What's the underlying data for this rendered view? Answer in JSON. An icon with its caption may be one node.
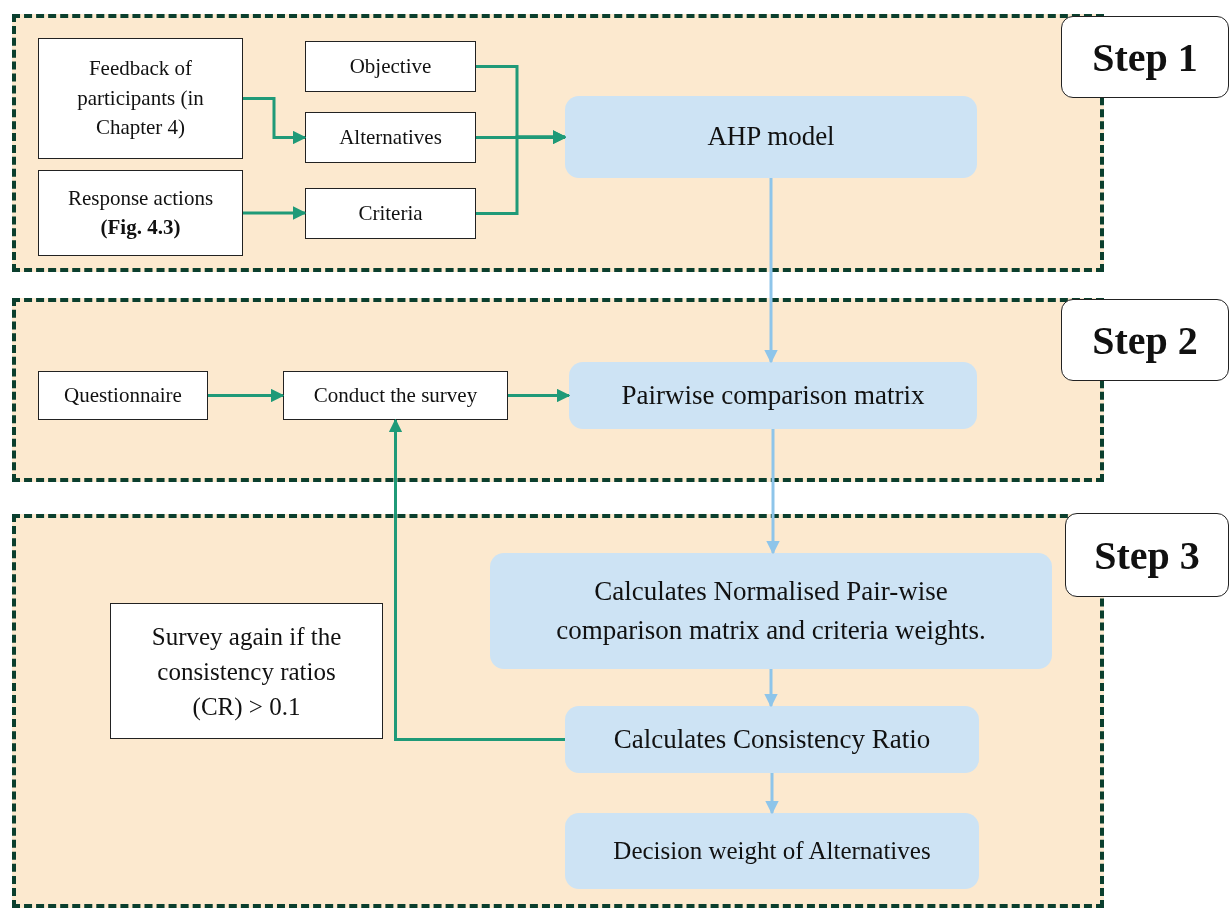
{
  "diagram": {
    "nodes": [
      {
        "text": [],
        "shape": "box"
      },
      {
        "text": [
          "Step 1"
        ]
      },
      {
        "text": [
          "Feedback of participants (in Chapter 4)"
        ],
        "in": 0
      },
      {
        "text": [
          "Response actions **(Fig. 4.3)**"
        ],
        "in": 0
      },
      {
        "text": [
          "Objective"
        ],
        "in": 0
      },
      {
        "text": [
          "Alternatives"
        ],
        "in": 0
      },
      {
        "text": [
          "Criteria"
        ],
        "in": 0
      },
      {
        "text": [
          "AHP model"
        ],
        "in": 0
      },
      {
        "text": [],
        "shape": "box"
      },
      {
        "text": [
          "Step 2"
        ]
      },
      {
        "text": [
          "Questionnaire"
        ],
        "in": 8
      },
      {
        "text": [
          "Conduct the survey"
        ],
        "in": 8
      },
      {
        "text": [
          "Pairwise comparison matrix"
        ],
        "in": 8
      },
      {
        "text": [],
        "shape": "box"
      },
      {
        "text": [
          "Step 3"
        ]
      },
      {
        "text": [
          "Survey again if the consistency ratios (CR) > 0.1"
        ],
        "in": 13
      },
      {
        "text": [
          "Calculates Normalised Pair-wise comparison matrix and criteria weights."
        ],
        "in": 13
      },
      {
        "text": [
          "Calculates Consistency Ratio"
        ],
        "in": 13
      },
      {
        "text": [
          "Decision weight of Alternatives"
        ],
        "in": 13
      }
    ],
    "edges": [
      {
        "from": 2,
        "to": 5,
        "arrow": "to"
      },
      {
        "from": 3,
        "to": 6,
        "arrow": "to"
      },
      {
        "from": 4,
        "to": 7,
        "arrow": "to"
      },
      {
        "from": 5,
        "to": 7,
        "arrow": "to"
      },
      {
        "from": 6,
        "to": 7,
        "arrow": "to"
      },
      {
        "from": 7,
        "to": 12,
        "arrow": "to",
        "color": "#8ec5ea"
      },
      {
        "from": 10,
        "to": 11,
        "arrow": "to"
      },
      {
        "from": 11,
        "to": 12,
        "arrow": "to"
      },
      {
        "from": 12,
        "to": 16,
        "arrow": "to",
        "color": "#8ec5ea"
      },
      {
        "from": 16,
        "to": 17,
        "arrow": "to",
        "color": "#8ec5ea"
      },
      {
        "from": 17,
        "to": 18,
        "arrow": "to",
        "color": "#8ec5ea"
      },
      {
        "from": 17,
        "to": 11,
        "arrow": "to"
      }
    ]
  }
}
